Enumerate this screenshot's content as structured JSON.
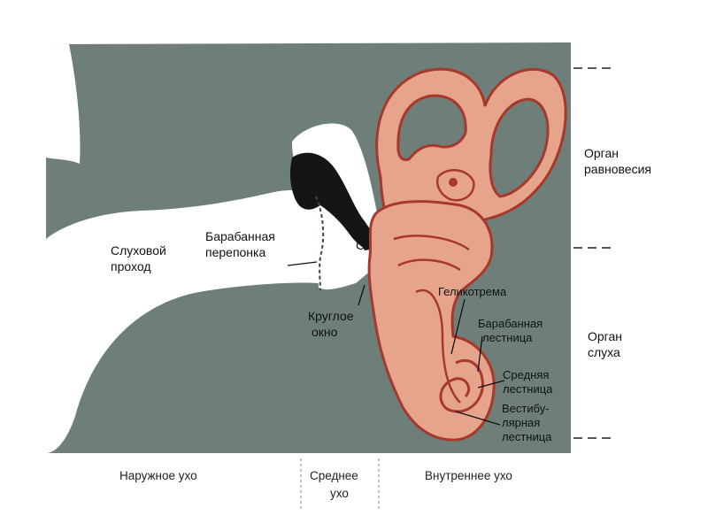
{
  "labels": {
    "ear_canal": [
      "Слуховой",
      "проход"
    ],
    "eardrum": [
      "Барабанная",
      "перепонка"
    ],
    "round_window": [
      "Круглое",
      "окно"
    ],
    "stapes_letter": "С",
    "helicotrema": "Геликотрема",
    "scala_tympani": [
      "Барабанная",
      "лестница"
    ],
    "scala_media": [
      "Средняя",
      "лестница"
    ],
    "scala_vestibuli": [
      "Вестибу-",
      "лярная",
      "лестница"
    ]
  },
  "organs": {
    "balance": [
      "Орган",
      "равновесия"
    ],
    "hearing": [
      "Орган",
      "слуха"
    ]
  },
  "regions": {
    "outer": "Наружное ухо",
    "middle": [
      "Среднее",
      "ухо"
    ],
    "inner": "Внутреннее ухо"
  },
  "colors": {
    "tissue": "#6e7e78",
    "air": "#ffffff",
    "labyrinth_fill": "#e7a48c",
    "labyrinth_outline": "#a6382c",
    "ossicles": "#151515"
  }
}
